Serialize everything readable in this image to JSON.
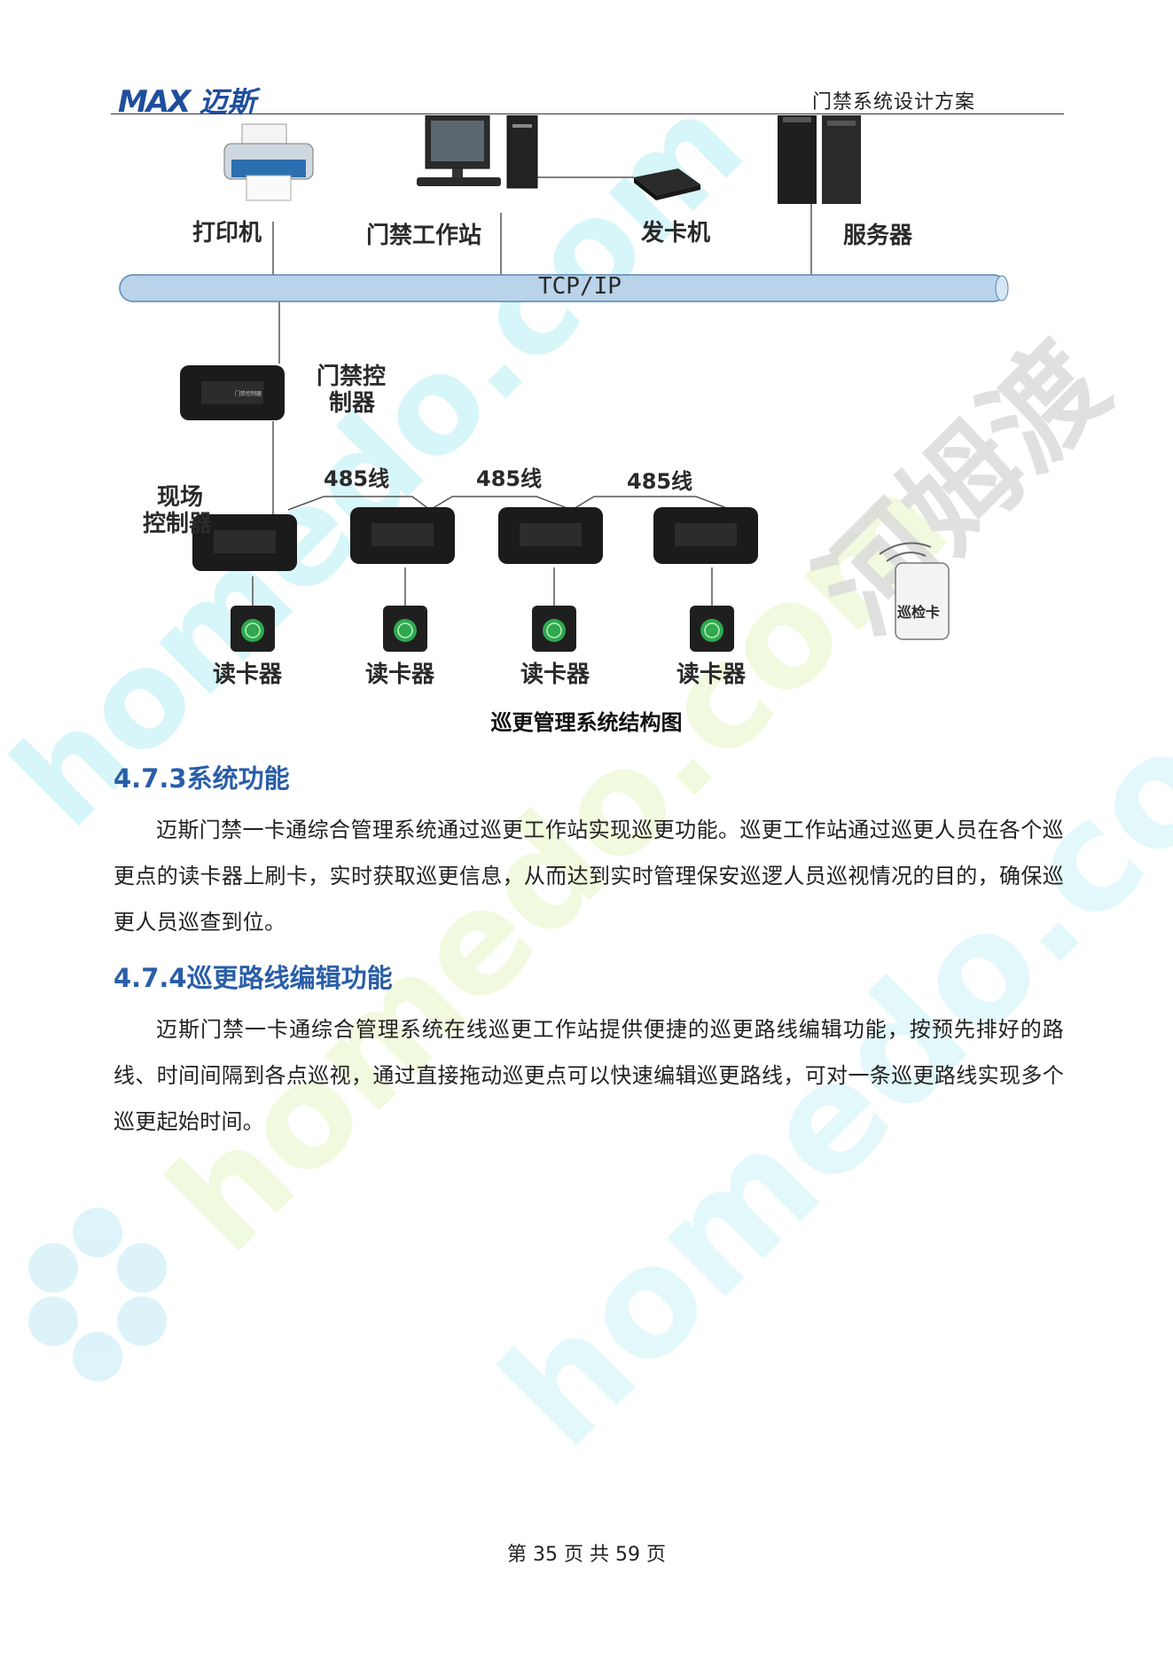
{
  "header": {
    "logo_mark": "MAX",
    "logo_text": "迈斯",
    "doc_title": "门禁系统设计方案"
  },
  "diagram": {
    "printer": "打印机",
    "workstation": "门禁工作站",
    "card_issuer": "发卡机",
    "server": "服务器",
    "network": "TCP/IP",
    "controller": [
      "门禁控",
      "制器"
    ],
    "site_controller": [
      "现场",
      "控制器"
    ],
    "bus": [
      "485线",
      "485线",
      "485线"
    ],
    "readers": [
      "读卡器",
      "读卡器",
      "读卡器",
      "读卡器"
    ],
    "patrol_card": "巡检卡",
    "device_tag": "门禁控制器"
  },
  "caption": "巡更管理系统结构图",
  "sections": [
    {
      "heading": "4.7.3系统功能",
      "body": "迈斯门禁一卡通综合管理系统通过巡更工作站实现巡更功能。巡更工作站通过巡更人员在各个巡更点的读卡器上刷卡，实时获取巡更信息，从而达到实时管理保安巡逻人员巡视情况的目的，确保巡更人员巡查到位。"
    },
    {
      "heading": "4.7.4巡更路线编辑功能",
      "body": "迈斯门禁一卡通综合管理系统在线巡更工作站提供便捷的巡更路线编辑功能，按预先排好的路线、时间间隔到各点巡视，通过直接拖动巡更点可以快速编辑巡更路线，可对一条巡更路线实现多个巡更起始时间。"
    }
  ],
  "watermark": {
    "text1": "homedo.com",
    "text2": "河姆渡"
  },
  "footer": "第 35 页  共 59 页",
  "colors": {
    "heading": "#2a5ea8",
    "logo": "#1f4e9c",
    "bus_fill": "#b8d3ea",
    "watermark_cyan": "#8fe6f4",
    "watermark_green": "#ecf7cf"
  }
}
